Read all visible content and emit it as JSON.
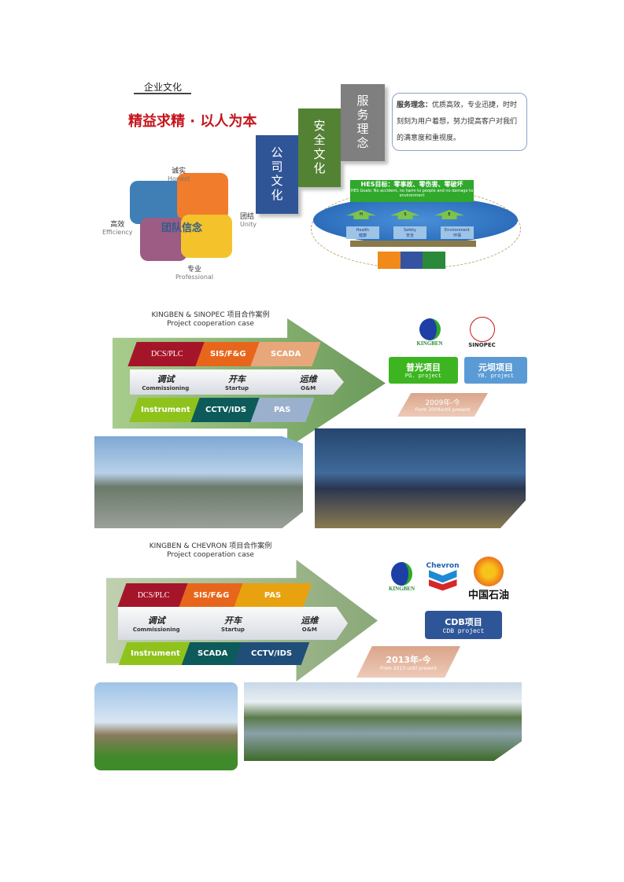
{
  "culture": {
    "heading": "企业文化",
    "slogan": "精益求精 · 以人为本",
    "blocks": [
      "公司文化",
      "安全文化",
      "服务理念"
    ],
    "service_label": "服务理念：",
    "service_text": "优质高效，专业迅捷，时时刻刻为用户着想，努力提高客户对我们的满意度和重视度。",
    "puzzle": {
      "center": "团队信念",
      "honest_cn": "诚实",
      "honest_en": "Honest",
      "unity_cn": "团结",
      "unity_en": "Unity",
      "eff_cn": "高效",
      "eff_en": "Efficiency",
      "pro_cn": "专业",
      "pro_en": "Professional"
    },
    "hes": {
      "title": "HES目标：零事故、零伤害、零破坏",
      "sub": "HES Goals:    No accident, no harm to people and no damage to environment",
      "arrows": [
        "H",
        "S",
        "E"
      ],
      "boxes": [
        {
          "en": "Health",
          "cn": "健康"
        },
        {
          "en": "Safety",
          "cn": "安全"
        },
        {
          "en": "Environment",
          "cn": "环保"
        }
      ]
    }
  },
  "case1": {
    "title": "KINGBEN & SINOPEC  项目合作案例",
    "subtitle": "Project cooperation case",
    "row1": [
      "DCS/PLC",
      "SIS/F&G",
      "SCADA"
    ],
    "steps": [
      {
        "cn": "调试",
        "en": "Commissioning"
      },
      {
        "cn": "开车",
        "en": "Startup"
      },
      {
        "cn": "运维",
        "en": "O&M"
      }
    ],
    "row3": [
      "Instrument",
      "CCTV/IDS",
      "PAS"
    ],
    "logo1": "KINGBEN",
    "logo2": "SINOPEC",
    "projects": [
      {
        "cn": "普光项目",
        "en": "PG. project",
        "color": "#3cb521"
      },
      {
        "cn": "元坝项目",
        "en": "YB. project",
        "color": "#5b9bd5"
      }
    ],
    "date_cn": "2009年-今",
    "date_en": "From 2009until present"
  },
  "case2": {
    "title": "KINGBEN & CHEVRON 项目合作案例",
    "subtitle": "Project cooperation case",
    "row1": [
      "DCS/PLC",
      "SIS/F&G",
      "PAS"
    ],
    "steps": [
      {
        "cn": "调试",
        "en": "Commissioning"
      },
      {
        "cn": "开车",
        "en": "Startup"
      },
      {
        "cn": "运维",
        "en": "O&M"
      }
    ],
    "row3": [
      "Instrument",
      "SCADA",
      "CCTV/IDS"
    ],
    "logo1": "KINGBEN",
    "logo2": "Chevron",
    "logo3": "中国石油",
    "project": {
      "cn": "CDB项目",
      "en": "CDB project"
    },
    "date_cn": "2013年-今",
    "date_en": "From 2013 until present"
  }
}
